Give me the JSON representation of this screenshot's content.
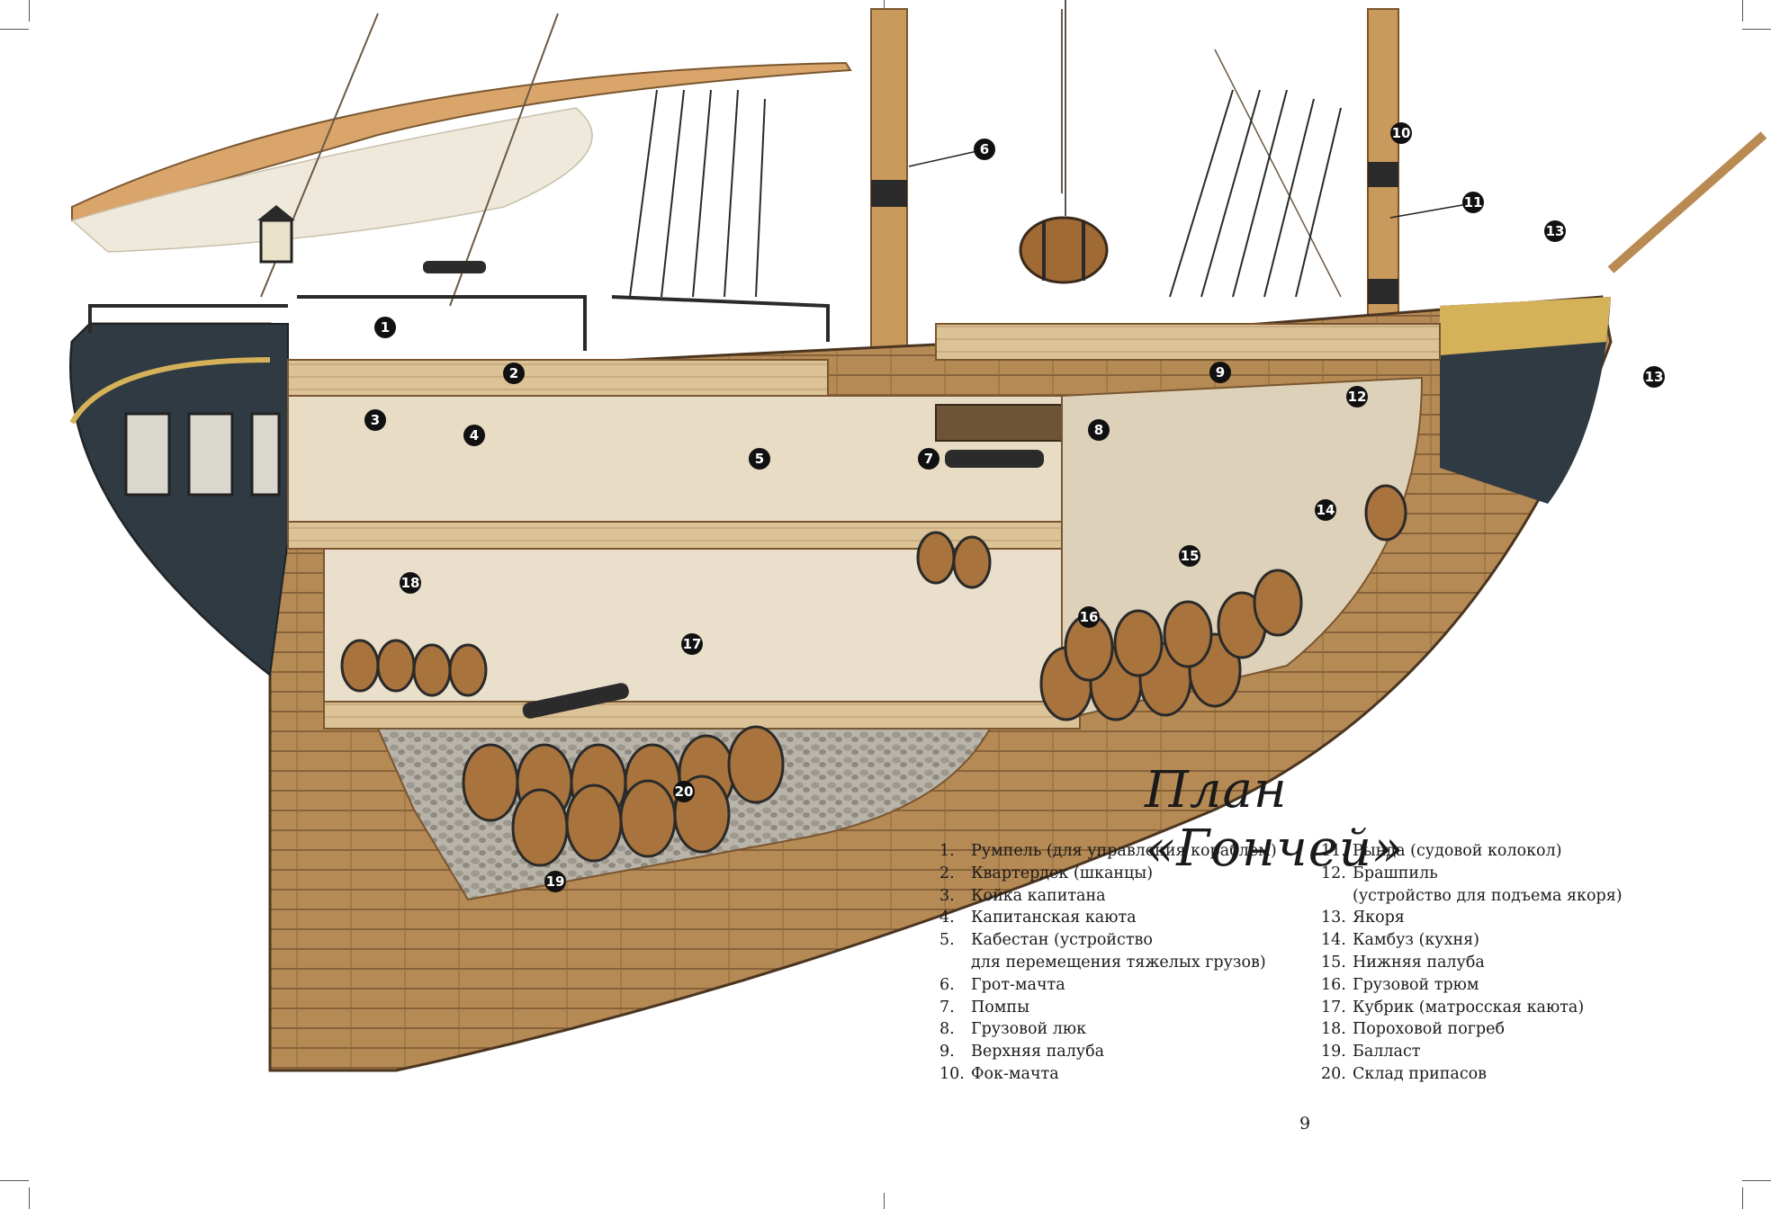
{
  "title": "План «Гончей»",
  "page_number": "9",
  "markers": [
    "1",
    "2",
    "3",
    "4",
    "5",
    "6",
    "7",
    "8",
    "9",
    "10",
    "11",
    "12",
    "13",
    "13",
    "14",
    "15",
    "16",
    "17",
    "18",
    "19",
    "20"
  ],
  "legend_left": [
    {
      "num": "1.",
      "text": "Румпель (для управления кораблем)"
    },
    {
      "num": "2.",
      "text": "Квартердек (шканцы)"
    },
    {
      "num": "3.",
      "text": "Койка капитана"
    },
    {
      "num": "4.",
      "text": "Капитанская каюта"
    },
    {
      "num": "5.",
      "text": "Кабестан (устройство",
      "text2": "для перемещения тяжелых грузов)"
    },
    {
      "num": "6.",
      "text": "Грот-мачта"
    },
    {
      "num": "7.",
      "text": "Помпы"
    },
    {
      "num": "8.",
      "text": "Грузовой люк"
    },
    {
      "num": "9.",
      "text": "Верхняя палуба"
    },
    {
      "num": "10.",
      "text": "Фок-мачта"
    }
  ],
  "legend_right": [
    {
      "num": "11.",
      "text": "Рында (судовой колокол)"
    },
    {
      "num": "12.",
      "text": "Брашпиль",
      "text2": "(устройство для подъема якоря)"
    },
    {
      "num": "13.",
      "text": "Якоря"
    },
    {
      "num": "14.",
      "text": "Камбуз (кухня)"
    },
    {
      "num": "15.",
      "text": "Нижняя палуба"
    },
    {
      "num": "16.",
      "text": "Грузовой трюм"
    },
    {
      "num": "17.",
      "text": "Кубрик (матросская каюта)"
    },
    {
      "num": "18.",
      "text": "Пороховой погреб"
    },
    {
      "num": "19.",
      "text": "Балласт"
    },
    {
      "num": "20.",
      "text": "Склад припасов"
    }
  ],
  "colors": {
    "hull_dark": "#2f3a42",
    "wood": "#b98a52",
    "wood_dark": "#7a5630",
    "deck": "#d9bf91",
    "marker_bg": "#111111",
    "sail": "#efe9dc"
  }
}
